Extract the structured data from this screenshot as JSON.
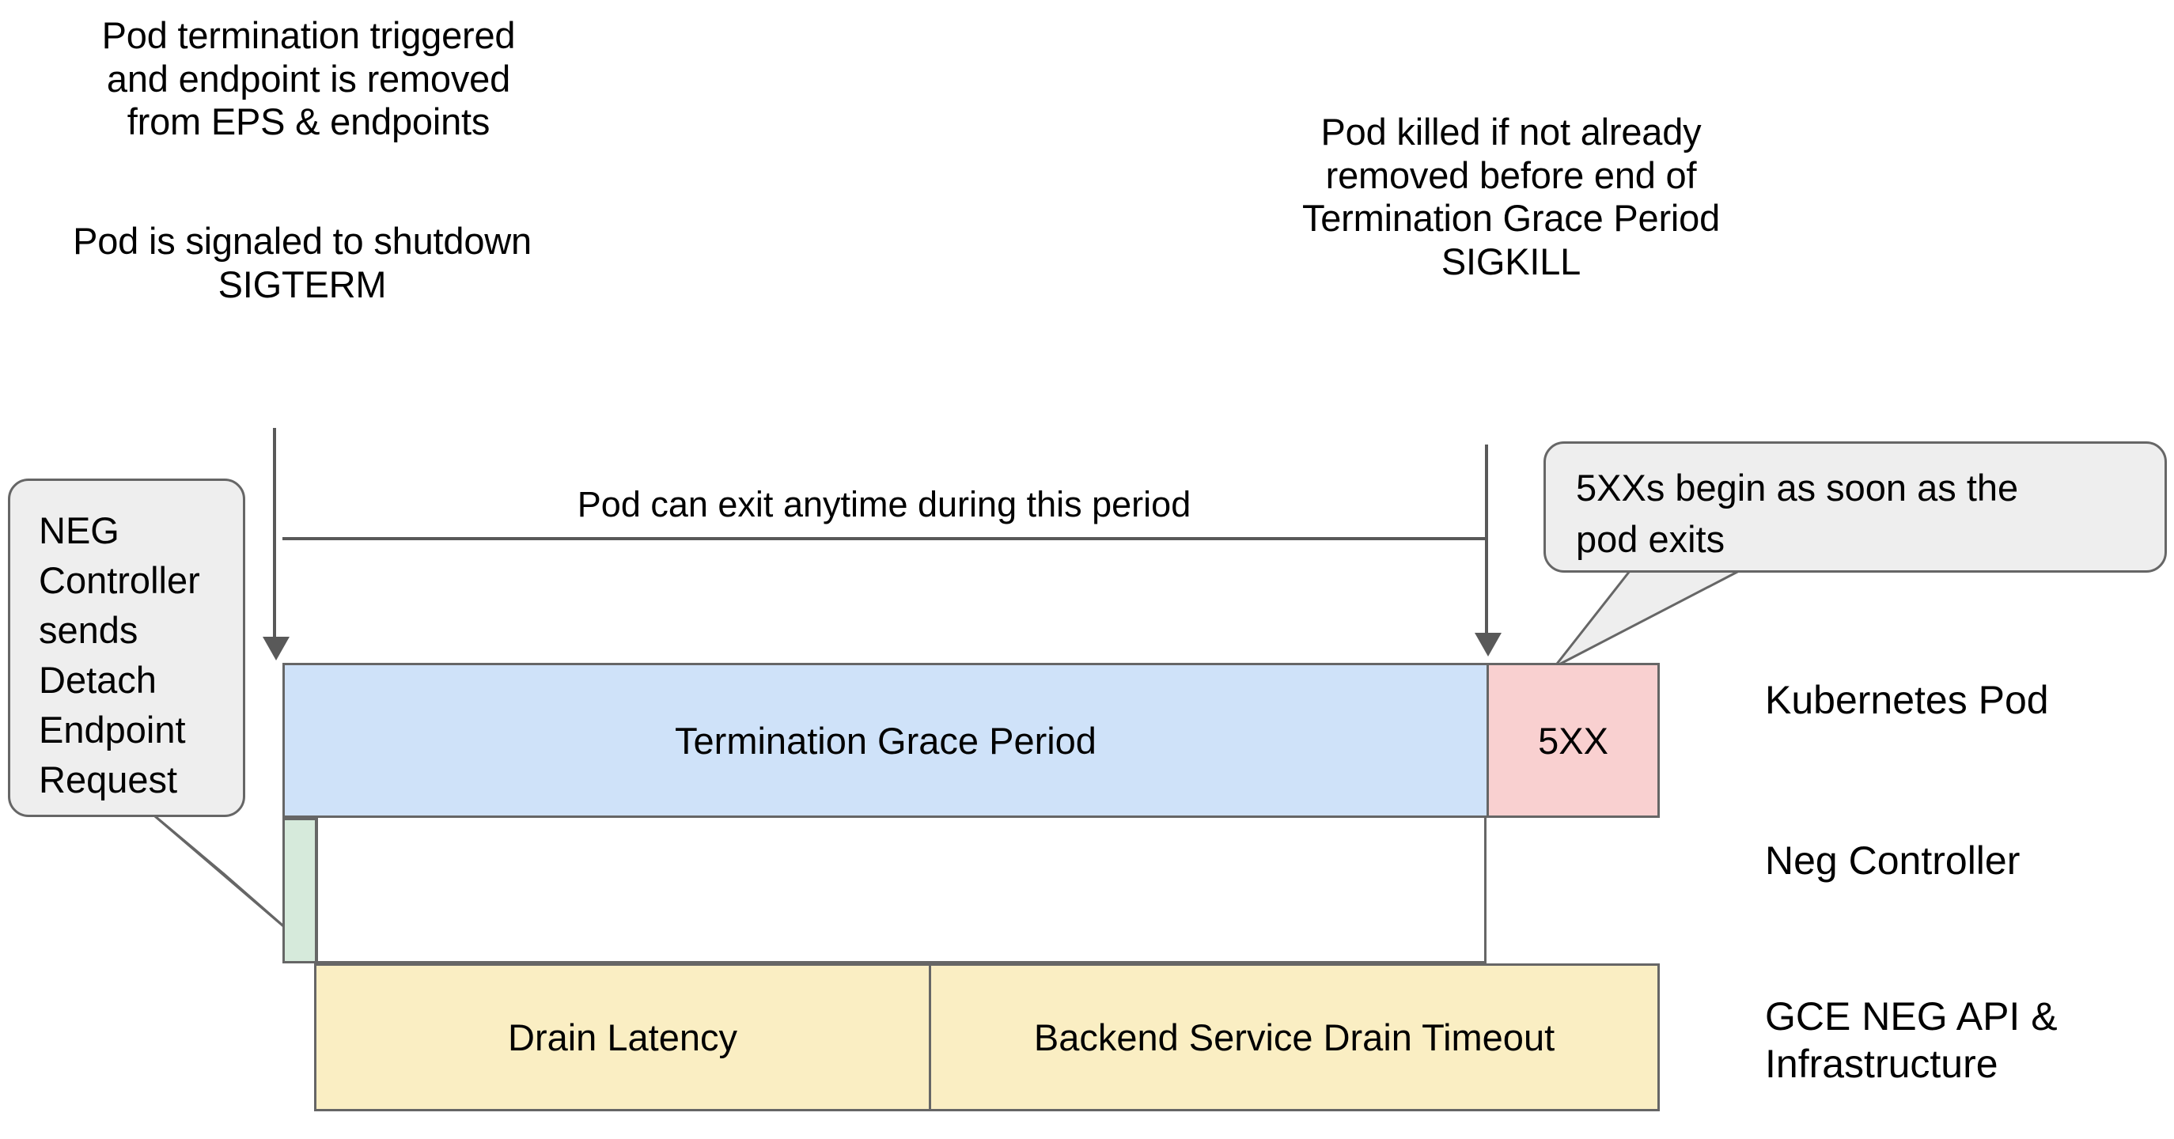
{
  "notes": {
    "left_top": "Pod termination triggered\nand endpoint is removed\nfrom EPS & endpoints",
    "left_bottom": "Pod is signaled to shutdown\nSIGTERM",
    "right_top": "Pod killed if not already\nremoved before end of\nTermination Grace Period\nSIGKILL"
  },
  "span": {
    "label": "Pod can exit anytime during this period"
  },
  "callouts": {
    "neg_controller": "NEG\nController\nsends\nDetach\nEndpoint\nRequest",
    "five_xx": "5XXs begin as soon as the\npod exits"
  },
  "bars": {
    "termination_grace_period": "Termination Grace Period",
    "five_xx": "5XX",
    "neg_controller": "",
    "drain_latency": "Drain Latency",
    "backend_service_drain_timeout": "Backend Service Drain Timeout"
  },
  "lanes": [
    {
      "label": "Kubernetes Pod"
    },
    {
      "label": "Neg Controller"
    },
    {
      "label": "GCE NEG API &\nInfrastructure"
    }
  ],
  "colors": {
    "termination_grace_period_fill": "#cfe2f9",
    "five_xx_fill": "#f9d0d0",
    "neg_controller_fill": "#d6eadb",
    "drain_fill": "#faeec3",
    "callout_fill": "#eeeeee",
    "stroke": "#666666",
    "arrow": "#595959",
    "background": "#ffffff"
  }
}
